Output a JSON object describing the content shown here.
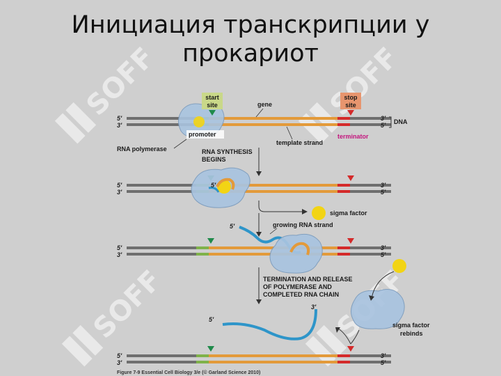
{
  "slide": {
    "title_line1": "Инициация транскрипции у",
    "title_line2": "прокариот"
  },
  "figure": {
    "labels": {
      "start_site": [
        "start",
        "site"
      ],
      "stop_site": [
        "stop",
        "site"
      ],
      "gene": "gene",
      "dna": "DNA",
      "promoter": "promoter",
      "terminator": "terminator",
      "rna_polymerase": "RNA polymerase",
      "template_strand": "template strand",
      "rna_synthesis_begins": [
        "RNA SYNTHESIS",
        "BEGINS"
      ],
      "sigma_factor": "sigma factor",
      "growing_rna_strand": "growing RNA strand",
      "termination": [
        "TERMINATION AND RELEASE",
        "OF POLYMERASE AND",
        "COMPLETED RNA CHAIN"
      ],
      "sigma_factor_rebinds": [
        "sigma factor",
        "rebinds"
      ],
      "five_prime": "5′",
      "three_prime": "3′"
    },
    "caption": "Figure 7-9  Essential Cell Biology 3/e (© Garland Science 2010)",
    "colors": {
      "dna_strand": "#6f6f6f",
      "gene_region": "#e39a3a",
      "promoter": "#7fb24a",
      "terminator": "#d42a2a",
      "polymerase": "#a9c4e0",
      "sigma_factor": "#f2d414",
      "rna": "#2e95c9",
      "start_marker": "#1f8a4a",
      "stop_marker": "#d42a2a",
      "start_box": "#c9d889",
      "stop_box": "#e7956e",
      "terminator_text": "#c4167e"
    }
  },
  "watermark": {
    "text": "SOFF"
  }
}
